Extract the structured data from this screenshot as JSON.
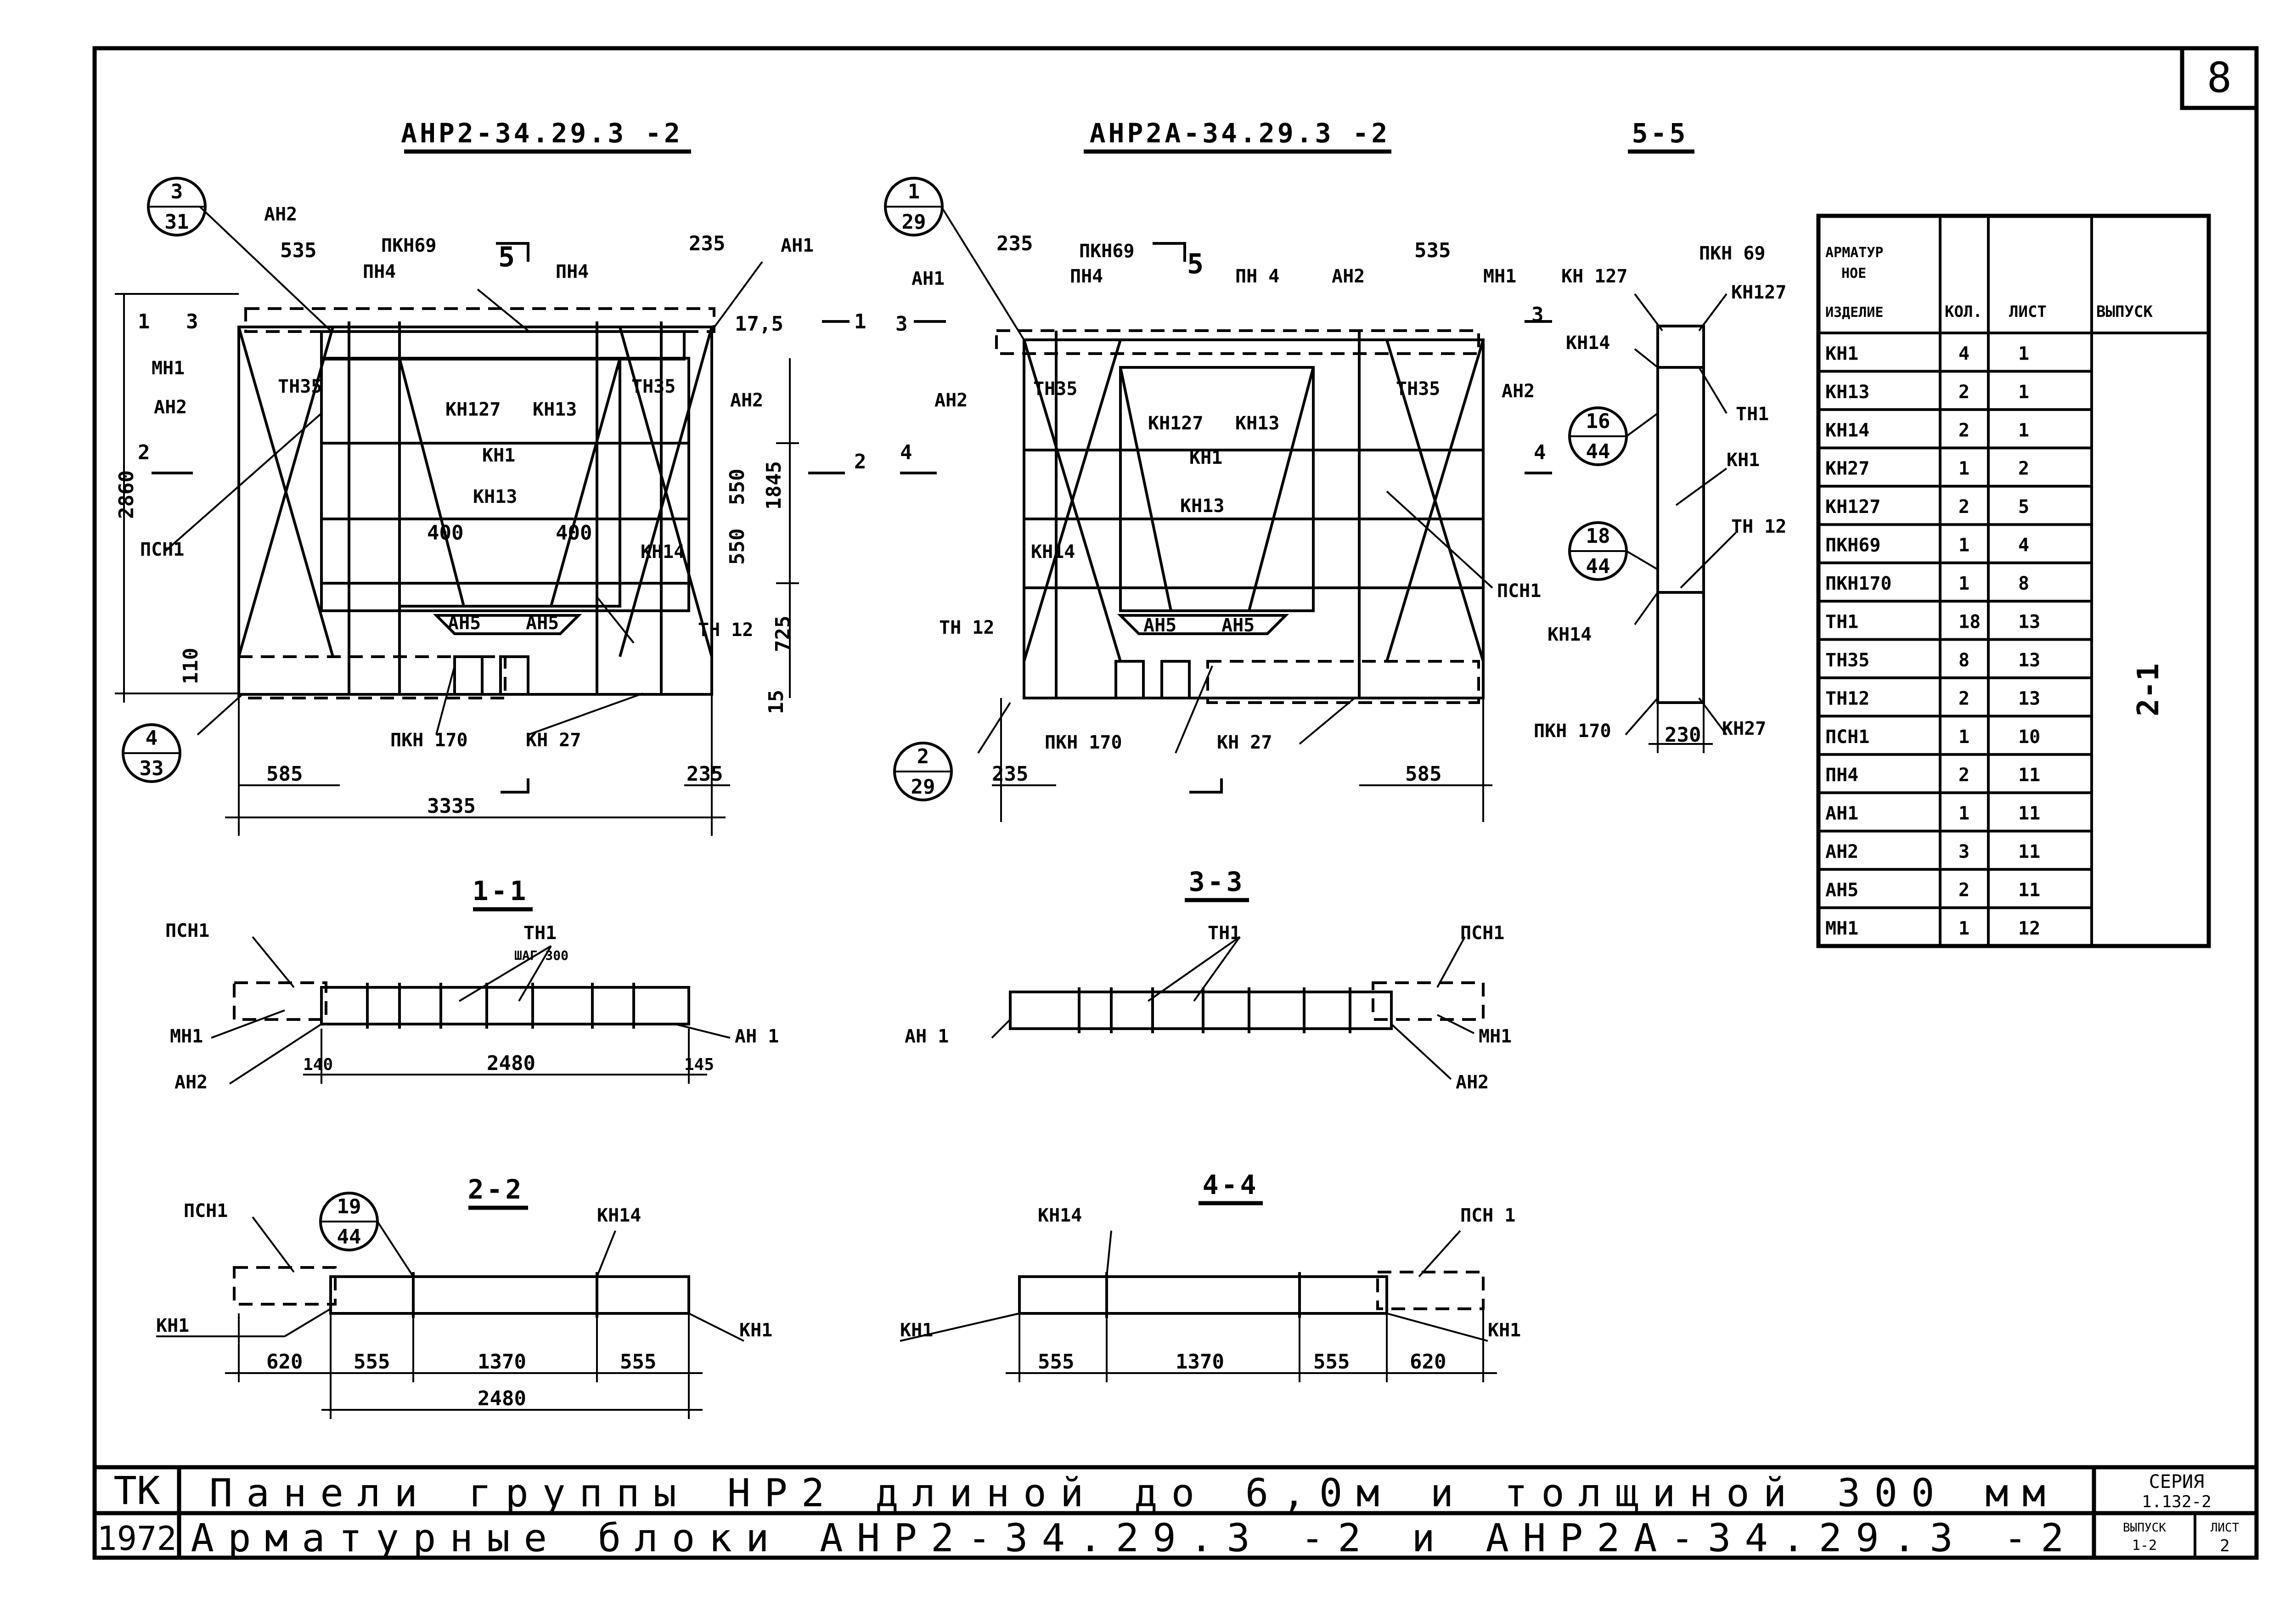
{
  "sheet_number": "8",
  "titles": {
    "view_left": "АНР2-34.29.3 -2",
    "view_right": "АНР2А-34.29.3 -2",
    "section_55": "5-5",
    "section_11": "1-1",
    "section_33": "3-3",
    "section_22": "2-2",
    "section_44": "4-4"
  },
  "callouts": {
    "c1": {
      "top": "3",
      "bottom": "31"
    },
    "c2": {
      "top": "4",
      "bottom": "33"
    },
    "c3": {
      "top": "1",
      "bottom": "29"
    },
    "c4": {
      "top": "2",
      "bottom": "29"
    },
    "c5": {
      "top": "16",
      "bottom": "44"
    },
    "c6": {
      "top": "18",
      "bottom": "44"
    },
    "c7": {
      "top": "19",
      "bottom": "44"
    }
  },
  "left_view_labels": {
    "an2_top": "АН2",
    "d535": "535",
    "pkn69": "ПКН69",
    "sec5": "5",
    "pn4a": "ПН4",
    "pn4b": "ПН4",
    "d235": "235",
    "an1": "АН1",
    "d1": "1",
    "d3": "3",
    "d175": "17,5",
    "mn1": "МН1",
    "tn35a": "ТН35",
    "kn127": "КН127",
    "kn13a": "КН13",
    "tn35b": "ТН35",
    "an2_mid": "АН2",
    "an2_right": "АН2",
    "d2": "2",
    "d2860": "2860",
    "kn1": "КН1",
    "d550a": "550",
    "d1845": "1845",
    "kn13b": "КН13",
    "psn1": "ПСН1",
    "d400a": "400",
    "d400b": "400",
    "kn14": "КН14",
    "d550b": "550",
    "an5a": "АН5",
    "an5b": "АН5",
    "tn12": "ТН 12",
    "d725": "725",
    "d110": "110",
    "d15": "15",
    "pkn170": "ПКН 170",
    "kn27": "КН 27",
    "d585": "585",
    "d235b": "235",
    "d3335": "3335"
  },
  "right_view_labels": {
    "d235": "235",
    "pkn69": "ПКН69",
    "sec5": "5",
    "pn4a": "ПН4",
    "pn4b": "ПН 4",
    "an2": "АН2",
    "d535": "535",
    "mn1": "МН1",
    "an1": "АН1",
    "d3": "3",
    "an2_l": "АН2",
    "d4": "4",
    "tn35a": "ТН35",
    "kn127": "КН127",
    "kn13": "КН13",
    "tn35b": "ТН35",
    "an2_r": "АН2",
    "kn1": "КН1",
    "kn13b": "КН13",
    "kn14": "КН14",
    "tn12": "ТН 12",
    "an5a": "АН5",
    "an5b": "АН5",
    "psn1": "ПСН1",
    "pkn170": "ПКН 170",
    "kn27": "КН 27",
    "d235b": "235",
    "d585": "585"
  },
  "s55_labels": {
    "kn127a": "КН 127",
    "pkn69": "ПКН 69",
    "kn127b": "КН127",
    "kn14a": "КН14",
    "tn1": "ТН1",
    "kn1": "КН1",
    "tn12": "ТН 12",
    "kn14b": "КН14",
    "pkn170": "ПКН 170",
    "d230": "230",
    "kn27": "КН27"
  },
  "s11_labels": {
    "psn1": "ПСН1",
    "tn1": "ТН1",
    "step": "ШАГ 300",
    "mn1": "МН1",
    "an2": "АН2",
    "d140": "140",
    "d2480": "2480",
    "d145": "145",
    "an1": "АН 1"
  },
  "s33_labels": {
    "tn1": "ТН1",
    "psn1": "ПСН1",
    "an1": "АН 1",
    "mn1": "МН1",
    "an2": "АН2"
  },
  "s22_labels": {
    "psn1": "ПСН1",
    "kn14": "КН14",
    "kn1a": "КН1",
    "kn1b": "КН1",
    "d620": "620",
    "d555a": "555",
    "d1370": "1370",
    "d555b": "555",
    "d2480": "2480"
  },
  "s44_labels": {
    "kn14": "КН14",
    "psn1": "ПСН 1",
    "kn1a": "КН1",
    "kn1b": "КН1",
    "d555a": "555",
    "d1370": "1370",
    "d555b": "555",
    "d620": "620"
  },
  "spec_table": {
    "headers": [
      "АРМАТУР НОЕ ИЗДЕЛИЕ",
      "КОЛ.",
      "ЛИСТ",
      "ВЫПУСК"
    ],
    "vypusk": "2-1",
    "rows": [
      [
        "КН1",
        "4",
        "1"
      ],
      [
        "КН13",
        "2",
        "1"
      ],
      [
        "КН14",
        "2",
        "1"
      ],
      [
        "КН27",
        "1",
        "2"
      ],
      [
        "КН127",
        "2",
        "5"
      ],
      [
        "ПКН69",
        "1",
        "4"
      ],
      [
        "ПКН170",
        "1",
        "8"
      ],
      [
        "ТН1",
        "18",
        "13"
      ],
      [
        "ТН35",
        "8",
        "13"
      ],
      [
        "ТН12",
        "2",
        "13"
      ],
      [
        "ПСН1",
        "1",
        "10"
      ],
      [
        "ПН4",
        "2",
        "11"
      ],
      [
        "АН1",
        "1",
        "11"
      ],
      [
        "АН2",
        "3",
        "11"
      ],
      [
        "АН5",
        "2",
        "11"
      ],
      [
        "МН1",
        "1",
        "12"
      ]
    ]
  },
  "title_block": {
    "tk": "ТК",
    "year": "1972",
    "line1": "Панели группы НР2 длиной до 6,0м и толщиной 300 мм",
    "line2": "Арматурные блоки АНР2-34.29.3 -2 и АНР2А-34.29.3 -2",
    "seria_label": "СЕРИЯ",
    "seria_value": "1.132-2",
    "vypusk_label": "ВЫПУСК",
    "vypusk_value": "1-2",
    "list_label": "ЛИСТ",
    "list_value": "2"
  }
}
